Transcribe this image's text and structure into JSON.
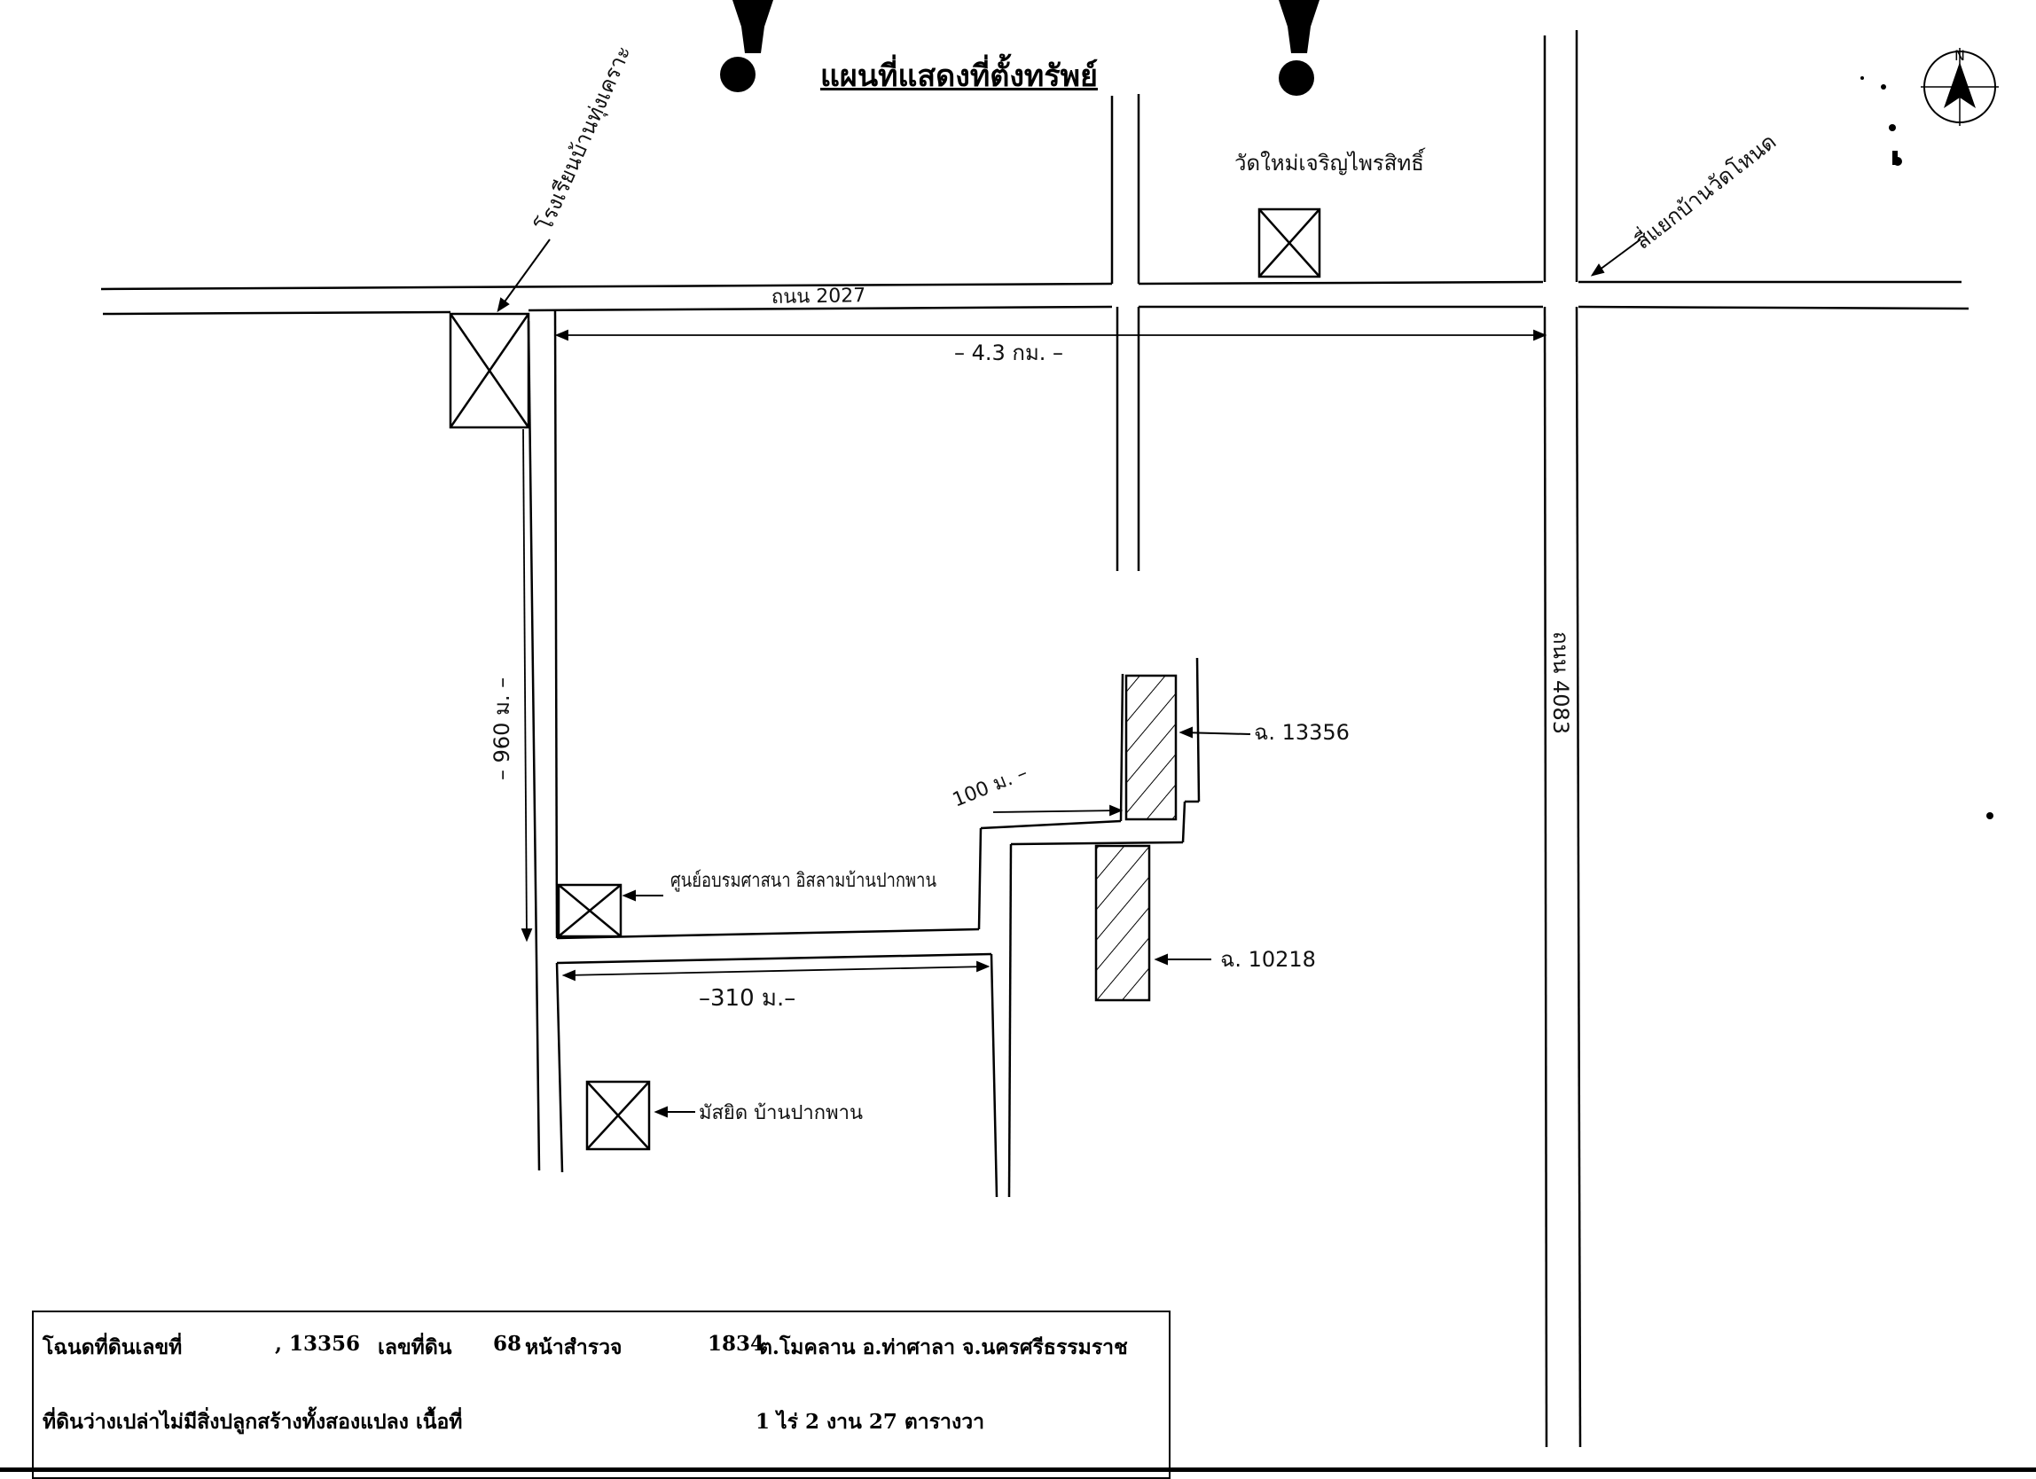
{
  "map": {
    "title": "แผนที่แสดงที่ตั้งทรัพย์",
    "north_label": "N",
    "roads": {
      "top_road": "ถนน 2027",
      "right_road": "ถนน 4083"
    },
    "distances": {
      "top": "– 4.3 กม. –",
      "left": "– 960 ม. –",
      "bottom": "–310 ม.–",
      "middle": "100 ม. –"
    },
    "landmarks": {
      "top_left": "โรงเรียนบ้านทุ่งเคราะ",
      "top_center": "วัดใหม่เจริญไพรสิทธิ์",
      "top_right": "สี่แยกบ้านวัดโหนด",
      "school_center": "ศูนย์อบรมศาสนา อิสลามบ้านปากพาน",
      "mosque": "มัสยิด บ้านปากพาน"
    },
    "plots": {
      "plot_a": "ฉ. 13356",
      "plot_b": "ฉ. 10218"
    }
  },
  "info": {
    "deed_label": "โฉนดที่ดินเลขที่",
    "deed_numbers": ", 13356",
    "land_label": "เลขที่ดิน",
    "land_no": "68",
    "survey_label": "หน้าสำรวจ",
    "survey_no": "1834",
    "location": "ต.โมคลาน  อ.ท่าศาลา  จ.นครศรีธรรมราช",
    "description": "ที่ดินว่างเปล่าไม่มีสิ่งปลูกสร้างทั้งสองแปลง  เนื้อที่",
    "area": "1 ไร่  2 งาน 27  ตารางวา"
  },
  "colors": {
    "ink": "#111111",
    "paper": "#ffffff"
  }
}
